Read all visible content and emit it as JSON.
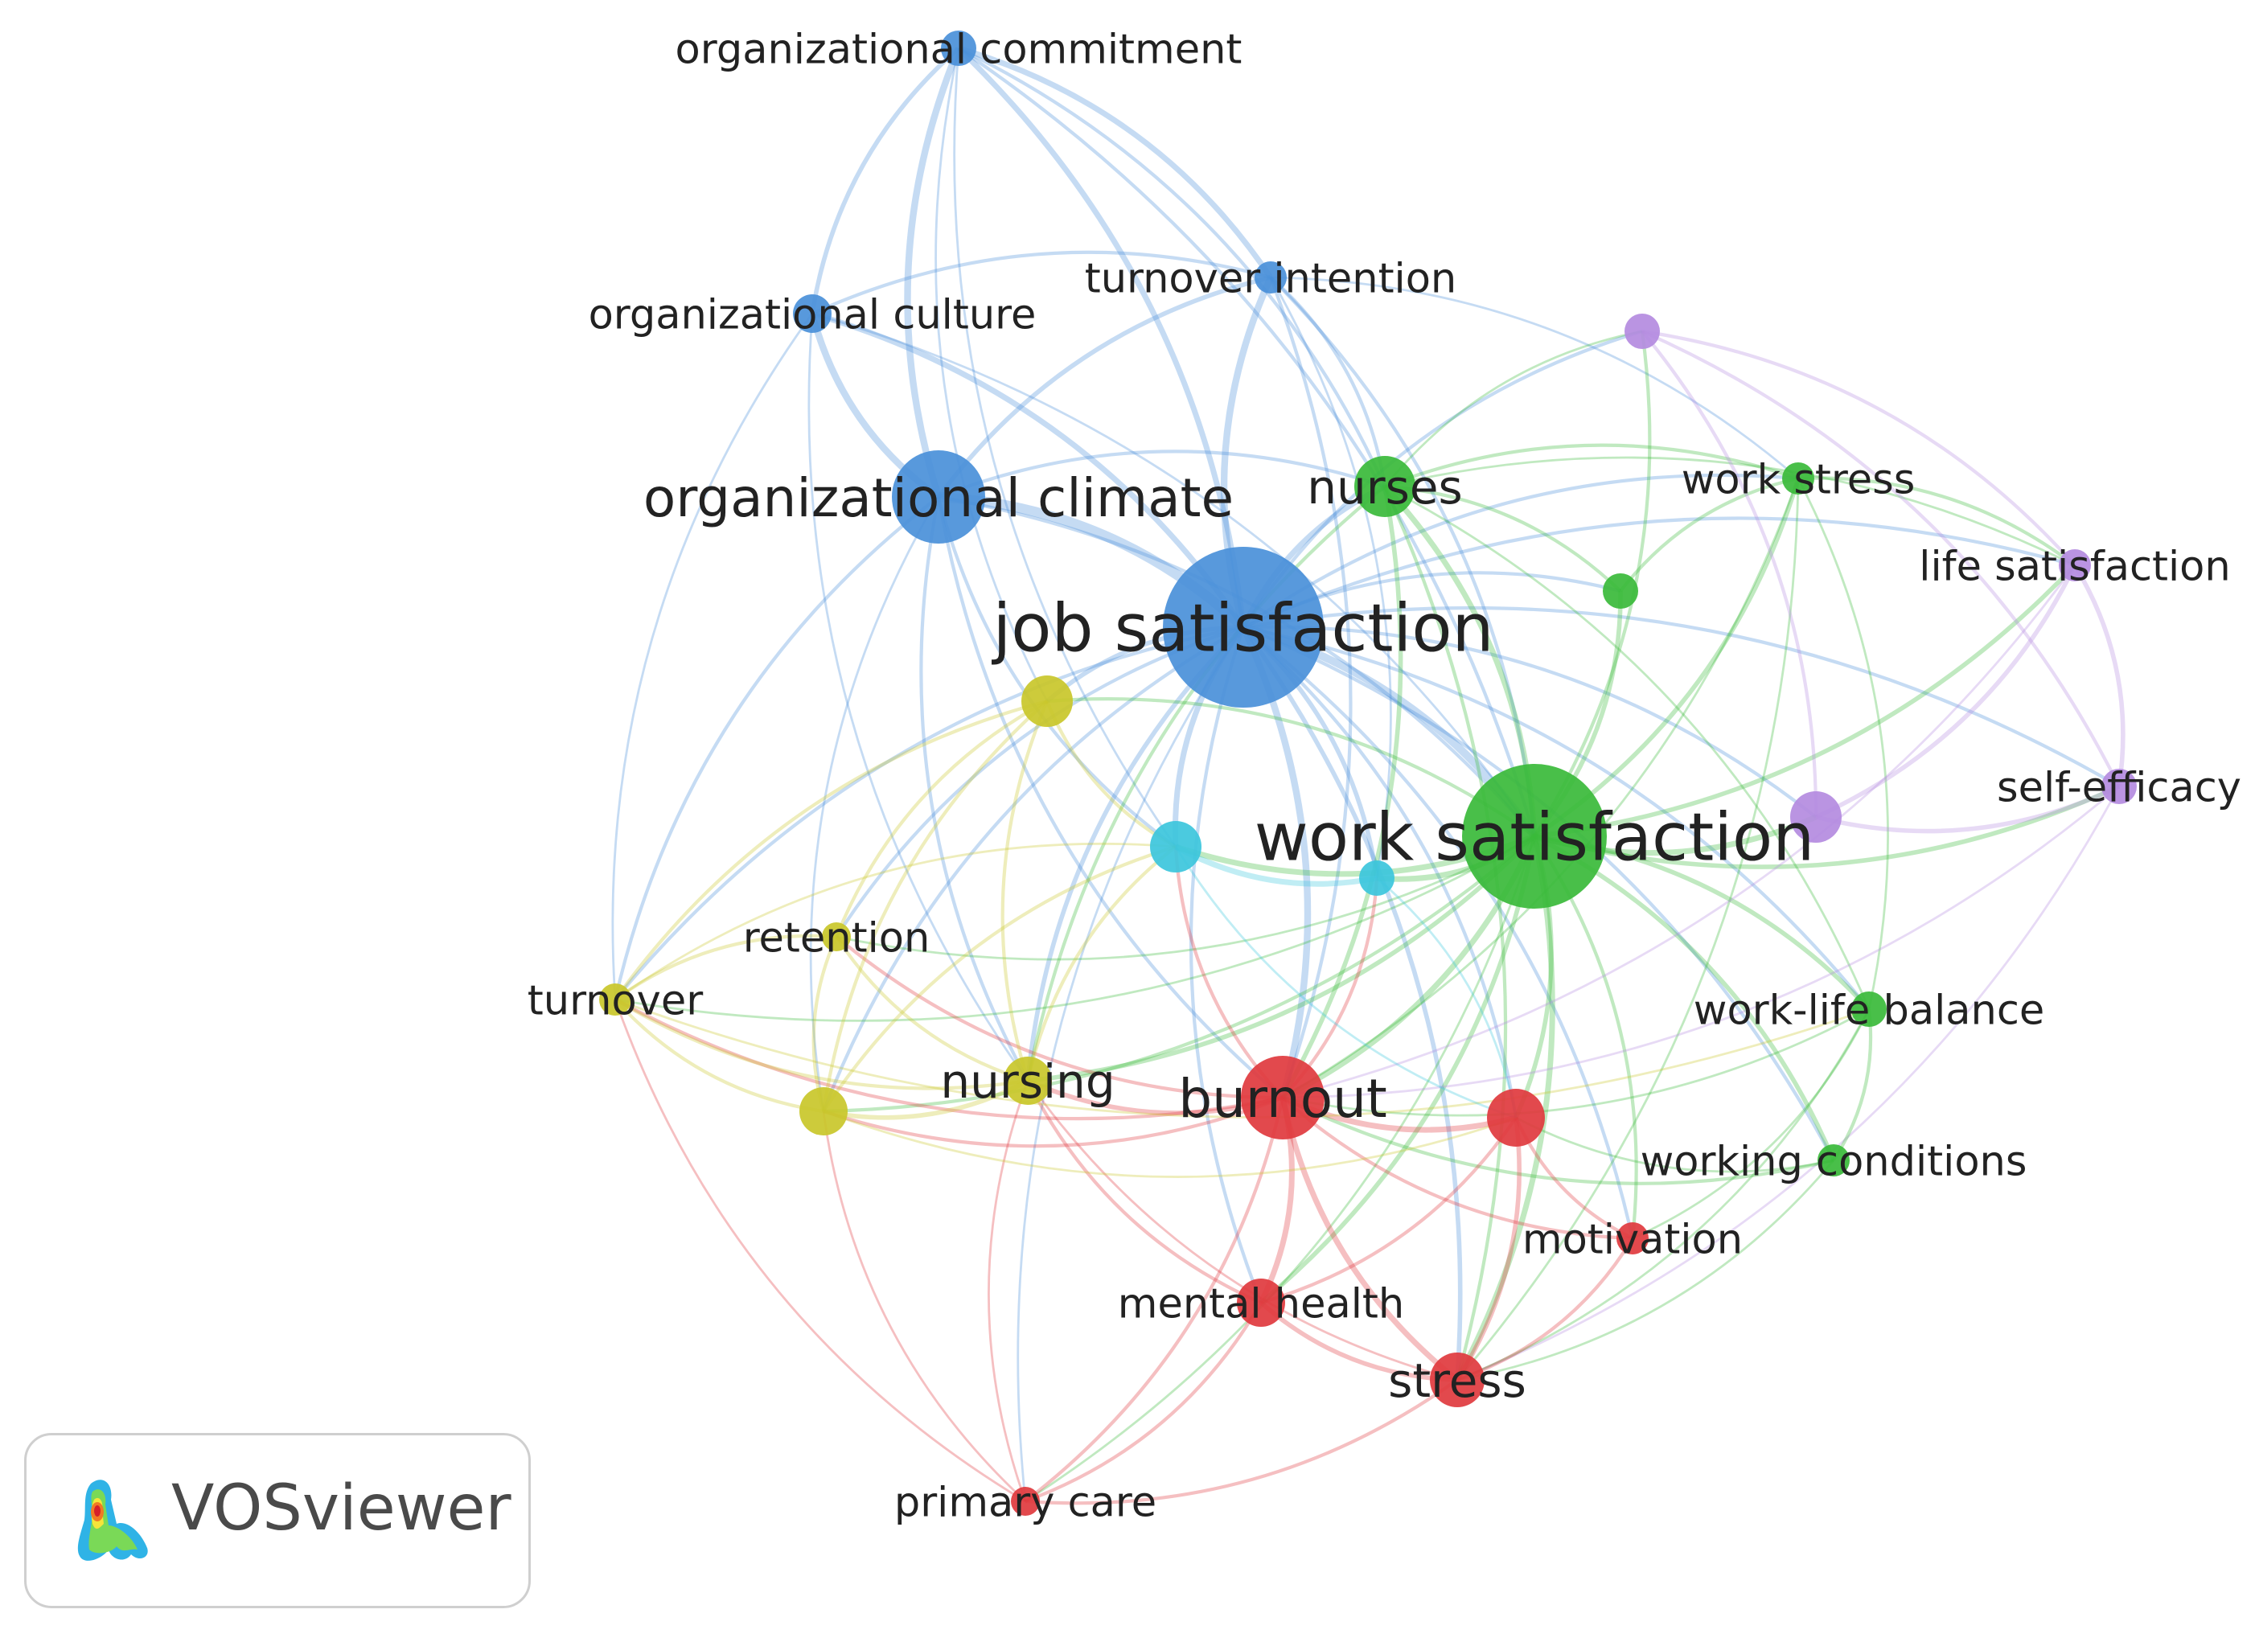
{
  "clusters": {
    "blue": "#4a90d9",
    "green": "#3aba3a",
    "red": "#e0393e",
    "yellow": "#c9c72a",
    "cyan": "#3cc6dc",
    "purple": "#b48be0"
  },
  "nodes": [
    {
      "id": "job_satisfaction",
      "label": "job satisfaction",
      "cluster": "blue"
    },
    {
      "id": "organizational_climate",
      "label": "organizational climate",
      "cluster": "blue"
    },
    {
      "id": "organizational_commitment",
      "label": "organizational commitment",
      "cluster": "blue"
    },
    {
      "id": "organizational_culture",
      "label": "organizational culture",
      "cluster": "blue"
    },
    {
      "id": "turnover_intention",
      "label": "turnover intention",
      "cluster": "blue"
    },
    {
      "id": "work_satisfaction",
      "label": "work satisfaction",
      "cluster": "green"
    },
    {
      "id": "nurses",
      "label": "nurses",
      "cluster": "green"
    },
    {
      "id": "work_stress",
      "label": "work stress",
      "cluster": "green"
    },
    {
      "id": "work_life_balance",
      "label": "work-life balance",
      "cluster": "green"
    },
    {
      "id": "working_conditions",
      "label": "working conditions",
      "cluster": "green"
    },
    {
      "id": "green_unlabeled",
      "label": "",
      "cluster": "green"
    },
    {
      "id": "burnout",
      "label": "burnout",
      "cluster": "red"
    },
    {
      "id": "stress",
      "label": "stress",
      "cluster": "red"
    },
    {
      "id": "mental_health",
      "label": "mental health",
      "cluster": "red"
    },
    {
      "id": "motivation",
      "label": "motivation",
      "cluster": "red"
    },
    {
      "id": "primary_care",
      "label": "primary care",
      "cluster": "red"
    },
    {
      "id": "red_unlabeled",
      "label": "",
      "cluster": "red"
    },
    {
      "id": "nursing",
      "label": "nursing",
      "cluster": "yellow"
    },
    {
      "id": "retention",
      "label": "retention",
      "cluster": "yellow"
    },
    {
      "id": "turnover",
      "label": "turnover",
      "cluster": "yellow"
    },
    {
      "id": "yellow_unlabeled_top",
      "label": "",
      "cluster": "yellow"
    },
    {
      "id": "yellow_unlabeled_bottom",
      "label": "",
      "cluster": "yellow"
    },
    {
      "id": "cyan_left",
      "label": "",
      "cluster": "cyan"
    },
    {
      "id": "cyan_right",
      "label": "",
      "cluster": "cyan"
    },
    {
      "id": "life_satisfaction",
      "label": "life satisfaction",
      "cluster": "purple"
    },
    {
      "id": "self_efficacy",
      "label": "self-efficacy",
      "cluster": "purple"
    },
    {
      "id": "purple_unlabeled_top",
      "label": "",
      "cluster": "purple"
    },
    {
      "id": "purple_unlabeled_mid",
      "label": "",
      "cluster": "purple"
    }
  ],
  "logo": {
    "text": "VOSviewer"
  }
}
